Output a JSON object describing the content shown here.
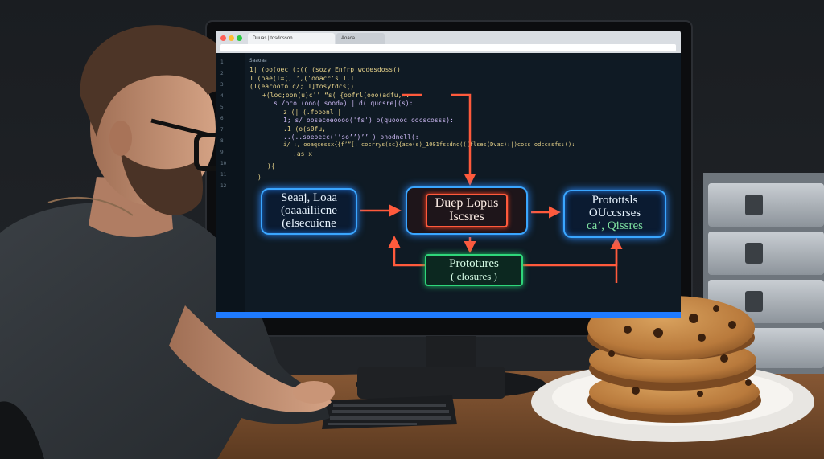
{
  "browser": {
    "tab_title": "Duuas | tosdosson",
    "tab2_title": "Aoaca"
  },
  "code": {
    "lines": [
      "Saaoaa",
      "1| (oo(oec'(;(( (sozy Enfrp wodesdoss()",
      "1 (oae(l=(,   ’,('ooacc's 1.1",
      "(1(eacoofo'c/; 1]fosyfdcs()",
      "+(loc;oon(u)c'' “s( {oofrl(ooo(adfu,».",
      "   s /oco (ooo( sood») | d( qucsre|(s):",
      "   z (| (.fooonl |",
      "   1; s/ oosecoeoooo('fs') o(quoooc oocscosss):",
      "   .1 (o(s0fu,",
      "   ..(..soeoecc('’so’’)’’ ) onodnell(:",
      "   i/ ;, ooaqcessx{{f’”[: cocrrys(sc}{ace(s)_1001fssdnc(((flses(Dvac):|)coss odccssfs:():",
      "   .as x",
      "   ){ ",
      "  )"
    ]
  },
  "diagram": {
    "box_left": [
      "Seaaj, Loaa",
      "(oaaailiicne",
      "(elsecuicne"
    ],
    "box_center": [
      "Duep Lopus",
      "Iscsres"
    ],
    "box_right": [
      "Protottsls",
      "OUccsrses",
      "ca’, Qissres"
    ],
    "box_bottom": [
      "Prototures",
      "( closures )"
    ]
  },
  "colors": {
    "accent_blue": "#3aa6ff",
    "accent_orange": "#ff5a3c",
    "accent_green": "#2fd67a",
    "code_text": "#e6d28a"
  }
}
